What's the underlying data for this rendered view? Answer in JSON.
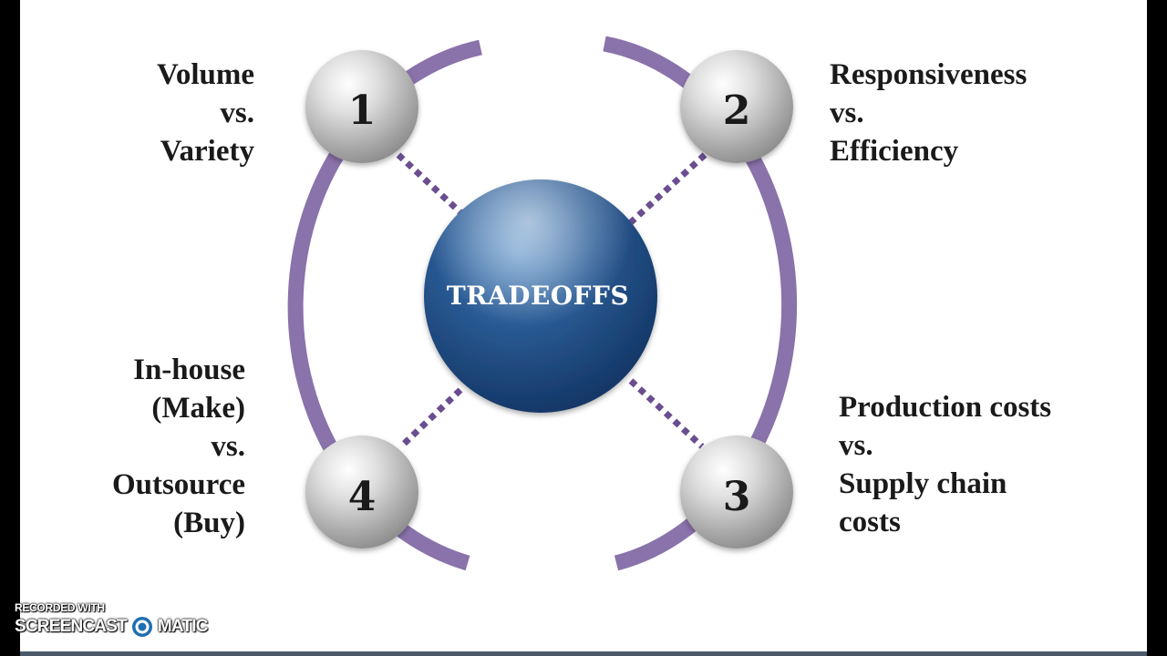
{
  "diagram": {
    "center_label": "TRADEOFFS",
    "colors": {
      "arc": "#8a72ab",
      "dots": "#6a4e90",
      "center_sphere": "#1f4d86",
      "balls": "#c8c8c8"
    },
    "items": [
      {
        "number": "1",
        "lines": [
          "Volume",
          "vs.",
          "Variety"
        ]
      },
      {
        "number": "2",
        "lines": [
          "Responsiveness",
          "vs.",
          "Efficiency"
        ]
      },
      {
        "number": "3",
        "lines": [
          "Production costs",
          "vs.",
          "Supply chain",
          "costs"
        ]
      },
      {
        "number": "4",
        "lines": [
          "In-house",
          "(Make)",
          "vs.",
          "Outsource",
          "(Buy)"
        ]
      }
    ]
  },
  "watermark": {
    "line1": "RECORDED WITH",
    "brand_left": "SCREENCAST",
    "brand_right": "MATIC",
    "logo_icon": "screencast-o-matic-logo-icon"
  }
}
